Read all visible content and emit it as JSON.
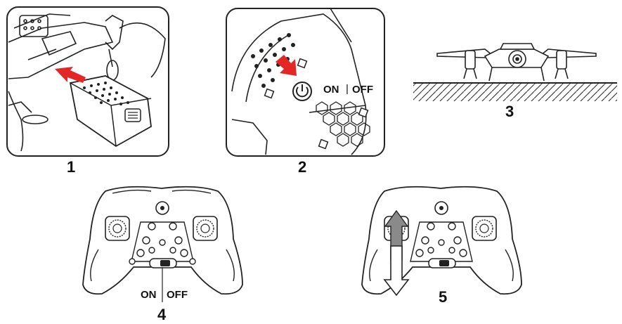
{
  "colors": {
    "line": "#222222",
    "accent": "#e32626",
    "arrow_gray": "#8a8a8a",
    "bg": "#ffffff"
  },
  "steps": [
    {
      "number": "1",
      "icon": "battery-insert-icon"
    },
    {
      "number": "2",
      "icon": "power-switch-icon",
      "switch_on": "ON",
      "switch_off": "OFF"
    },
    {
      "number": "3",
      "icon": "drone-on-ground-icon"
    },
    {
      "number": "4",
      "icon": "controller-power-icon",
      "switch_on": "ON",
      "switch_off": "OFF"
    },
    {
      "number": "5",
      "icon": "controller-throttle-icon"
    }
  ]
}
